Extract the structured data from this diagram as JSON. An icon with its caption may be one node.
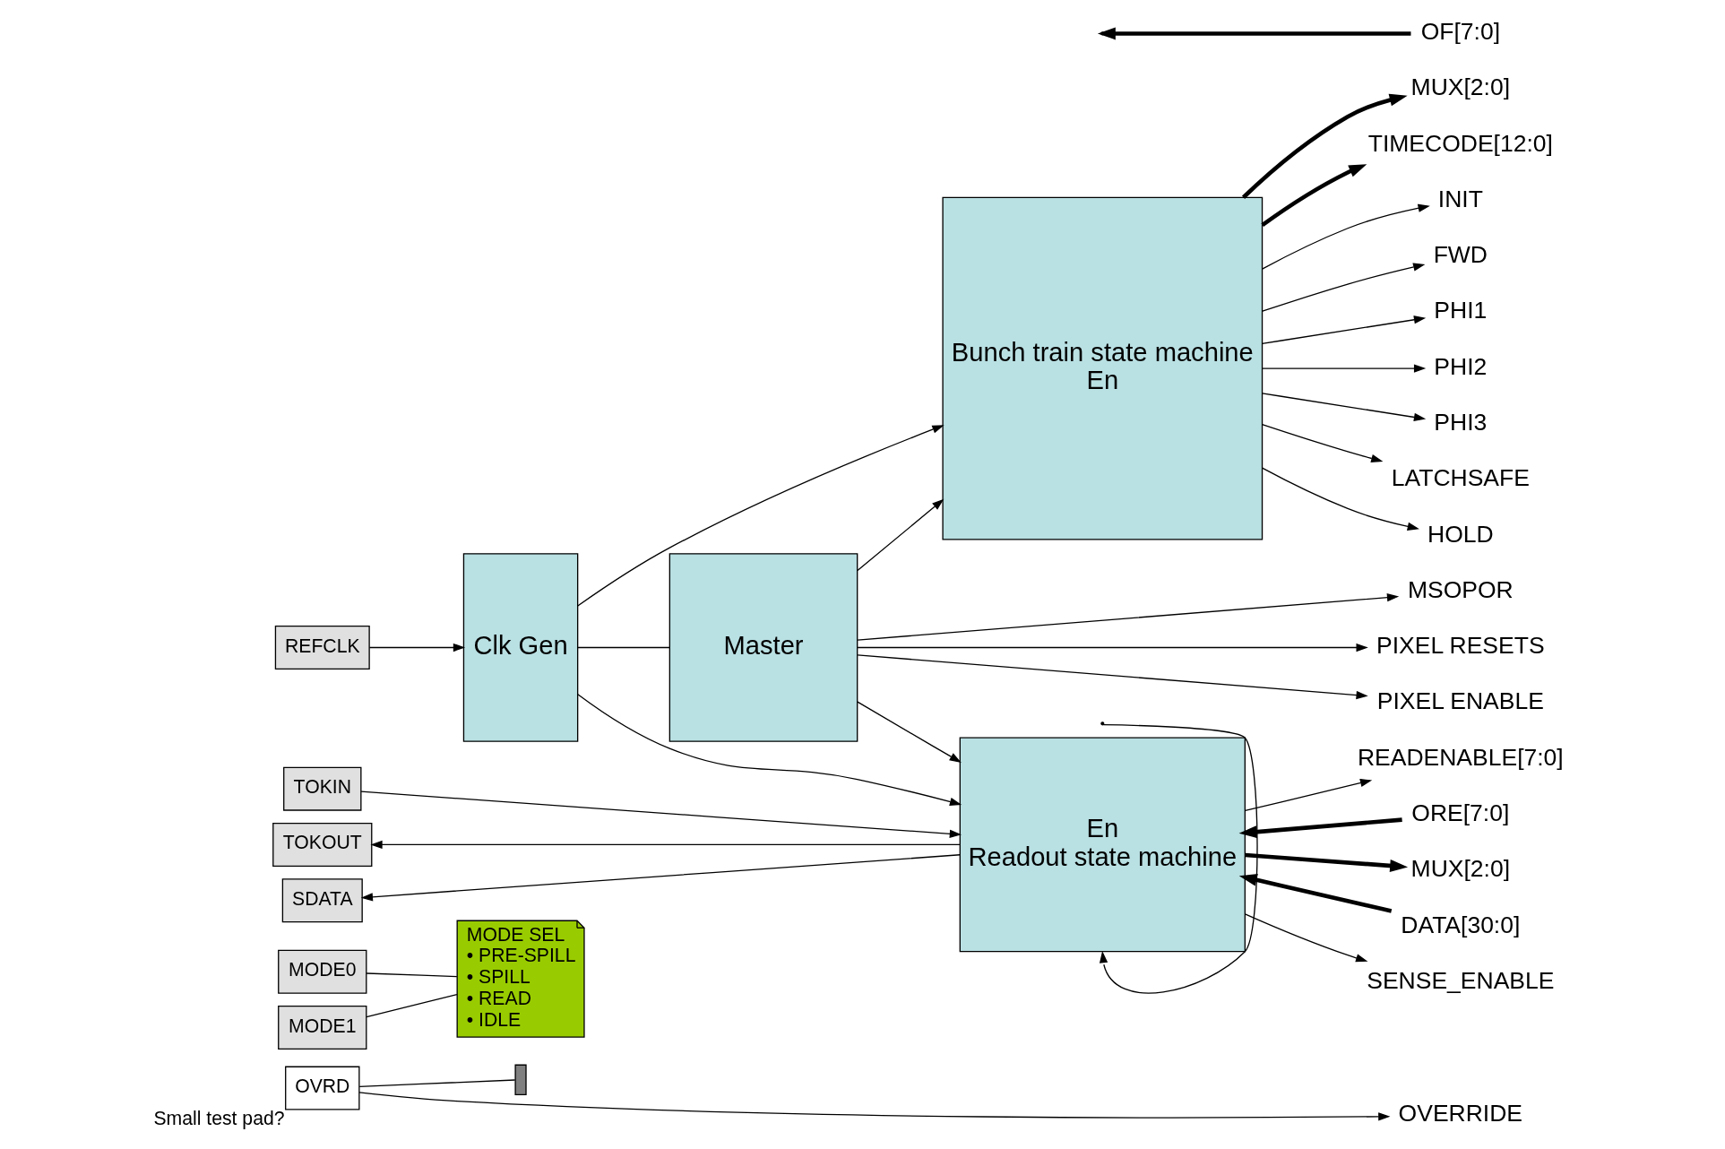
{
  "diagram": {
    "nodes": [
      {
        "text": [
          "OVRD"
        ],
        "beside": [
          "Small test pad?"
        ]
      },
      {
        "text": [],
        "shape": "resistor"
      },
      {
        "text": [
          "MODE0"
        ]
      },
      {
        "text": [
          "MODE1"
        ]
      },
      {
        "text": [
          "REFCLK"
        ]
      },
      {
        "text": [
          "TOKIN"
        ]
      },
      {
        "text": [
          "TOKOUT"
        ]
      },
      {
        "text": [
          "SDATA"
        ]
      },
      {
        "text": [
          "Clk Gen"
        ]
      },
      {
        "text": [
          "MODE SEL",
          "• PRE-SPILL",
          "• SPILL",
          "• READ",
          "• IDLE"
        ]
      },
      {
        "text": [
          "Master"
        ]
      },
      {
        "text": [
          "Bunch train state machine",
          "En"
        ]
      },
      {
        "text": [
          "En",
          "Readout state machine"
        ]
      },
      {
        "text": [
          "OVERRIDE"
        ]
      },
      {
        "text": [
          "HOLD"
        ]
      },
      {
        "text": [
          "MUX[2:0]"
        ]
      },
      {
        "text": [
          "TIMECODE[12:0]"
        ]
      },
      {
        "text": [
          "INIT"
        ]
      },
      {
        "text": [
          "FWD"
        ]
      },
      {
        "text": [
          "PHI1"
        ]
      },
      {
        "text": [
          "PHI2"
        ]
      },
      {
        "text": [
          "PHI3"
        ]
      },
      {
        "text": [
          "LATCHSAFE"
        ]
      },
      {
        "text": [
          "OF[7:0]"
        ]
      },
      {
        "text": [
          "MSOPOR"
        ]
      },
      {
        "text": [
          "PIXEL RESETS"
        ]
      },
      {
        "text": [
          "PIXEL ENABLE"
        ]
      },
      {
        "text": [
          "SENSE_ENABLE"
        ]
      },
      {
        "text": [
          "READENABLE[7:0]"
        ]
      },
      {
        "text": [
          "ORE[7:0]"
        ]
      },
      {
        "text": [
          "MUX[2:0]"
        ]
      },
      {
        "text": [
          "DATA[30:0]"
        ]
      }
    ],
    "edges": [
      {
        "from": 0,
        "to": 13,
        "arrow": "to"
      },
      {
        "from": 0,
        "to": 1,
        "arrow": "none"
      },
      {
        "from": 2,
        "to": 9,
        "arrow": "none"
      },
      {
        "from": 3,
        "to": 9,
        "arrow": "none"
      },
      {
        "from": 4,
        "to": 8,
        "arrow": "to"
      },
      {
        "from": 8,
        "to": 11,
        "arrow": "to"
      },
      {
        "from": 8,
        "to": 10,
        "arrow": "none"
      },
      {
        "from": 10,
        "to": 11,
        "arrow": "to"
      },
      {
        "from": 10,
        "to": 12,
        "arrow": "to"
      },
      {
        "from": 5,
        "to": 12,
        "arrow": "to"
      },
      {
        "from": 12,
        "to": 6,
        "arrow": "to"
      },
      {
        "from": 8,
        "to": 12,
        "arrow": "to"
      },
      {
        "from": 12,
        "to": 7,
        "arrow": "to"
      },
      {
        "from": null,
        "to": 12,
        "arrow": "to"
      },
      {
        "from": 11,
        "to": 14,
        "arrow": "to"
      },
      {
        "from": 11,
        "to": 15,
        "arrow": "to",
        "style": "thick"
      },
      {
        "from": 11,
        "to": 16,
        "arrow": "to",
        "style": "thick"
      },
      {
        "from": 11,
        "to": 17,
        "arrow": "to"
      },
      {
        "from": 11,
        "to": 18,
        "arrow": "to"
      },
      {
        "from": 11,
        "to": 19,
        "arrow": "to"
      },
      {
        "from": 11,
        "to": 20,
        "arrow": "to"
      },
      {
        "from": 11,
        "to": 21,
        "arrow": "to"
      },
      {
        "from": 11,
        "to": 22,
        "arrow": "to"
      },
      {
        "from": 23,
        "to": null,
        "arrow": "to",
        "style": "thick"
      },
      {
        "from": 10,
        "to": 24,
        "arrow": "to"
      },
      {
        "from": 10,
        "to": 25,
        "arrow": "to"
      },
      {
        "from": 10,
        "to": 26,
        "arrow": "to"
      },
      {
        "from": 12,
        "to": 27,
        "arrow": "to"
      },
      {
        "from": 12,
        "to": 28,
        "arrow": "to"
      },
      {
        "from": 29,
        "to": 12,
        "arrow": "to",
        "style": "thick"
      },
      {
        "from": 12,
        "to": 30,
        "arrow": "to",
        "style": "thick"
      },
      {
        "from": 31,
        "to": 12,
        "arrow": "to",
        "style": "thick"
      }
    ]
  }
}
